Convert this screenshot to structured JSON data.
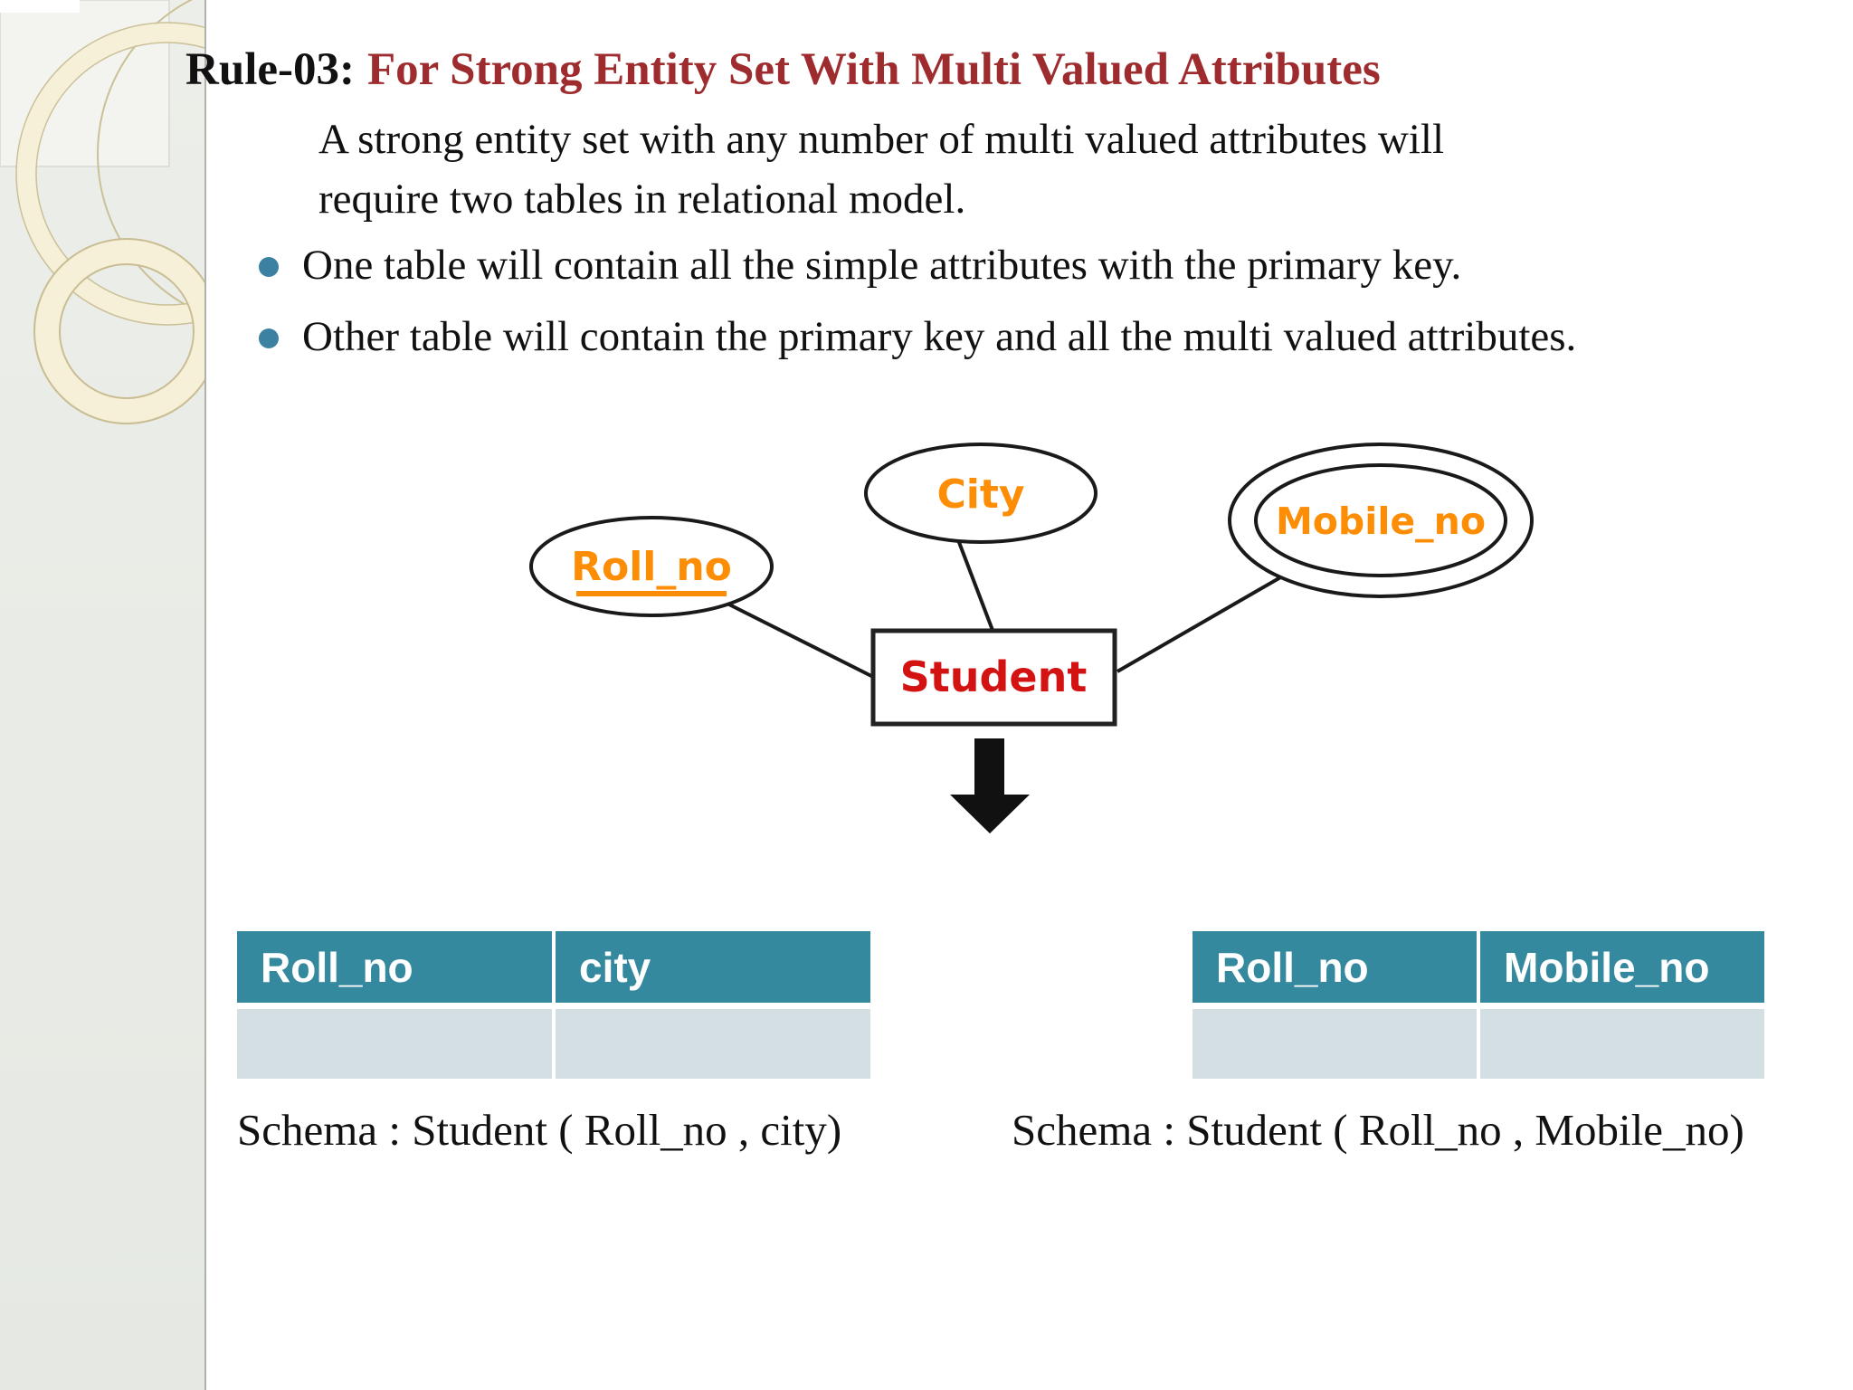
{
  "slide": {
    "title": {
      "prefix": "Rule-03:",
      "highlight": "For Strong Entity Set With Multi Valued Attributes"
    },
    "intro_lines": [
      "A strong entity set with any number of multi valued attributes will",
      "require two tables in relational model."
    ],
    "bullets": [
      "One table will contain all the simple attributes with the primary key.",
      "Other table will contain the primary key and all the multi valued attributes."
    ]
  },
  "diagram": {
    "entity": "Student",
    "attributes": [
      {
        "label": "Roll_no",
        "type": "primary-key-attribute"
      },
      {
        "label": "City",
        "type": "simple-attribute"
      },
      {
        "label": "Mobile_no",
        "type": "multi-valued-attribute"
      }
    ]
  },
  "tables": {
    "left": {
      "headers": [
        "Roll_no",
        "city"
      ],
      "rows": [
        [
          "",
          ""
        ]
      ],
      "schema": "Schema : Student ( Roll_no , city)"
    },
    "right": {
      "headers": [
        "Roll_no",
        "Mobile_no"
      ],
      "rows": [
        [
          "",
          ""
        ]
      ],
      "schema": "Schema : Student ( Roll_no , Mobile_no)"
    }
  },
  "colors": {
    "title_highlight": "#9E2B2E",
    "bullet_marker": "#3C80A2",
    "table_header_bg": "#35899F",
    "table_row_bg": "#D4DFE3",
    "attribute_label": "#FC8D05",
    "entity_label": "#D31212",
    "diagram_stroke": "#1A1A1A",
    "sidebar_bg": "#E9EBE6",
    "ring_fill": "#F7F0D8",
    "ring_edge": "#CBC096"
  }
}
